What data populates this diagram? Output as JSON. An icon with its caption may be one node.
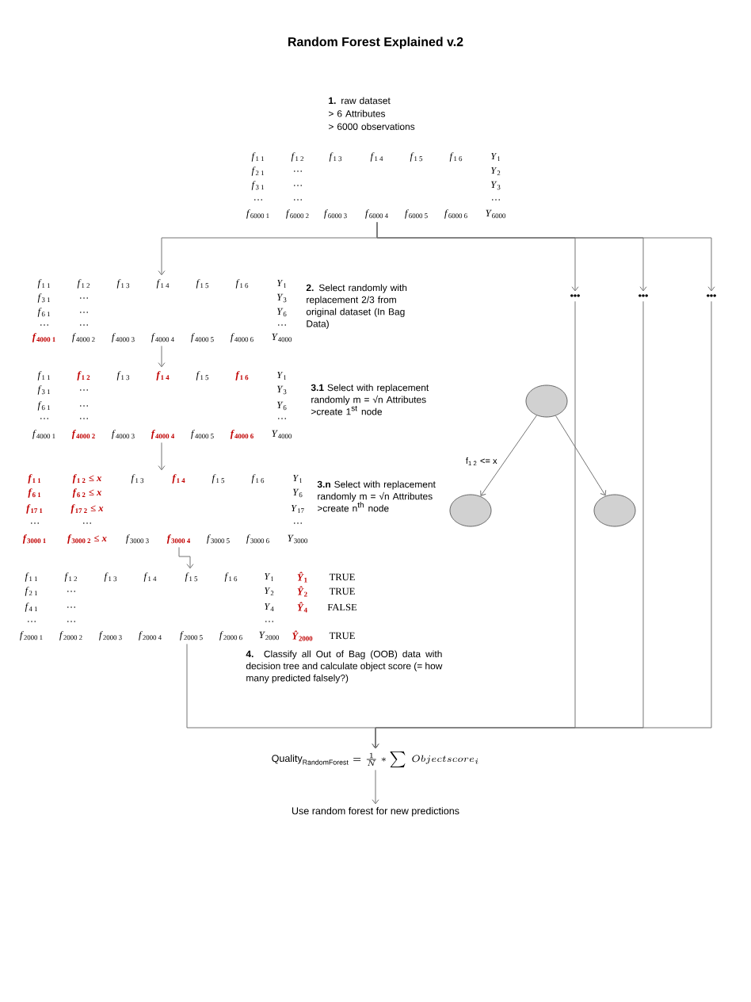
{
  "diagram": {
    "title": "Random Forest Explained v.2",
    "nodes": [
      {
        "text": [
          "*f*$_{1 1}$",
          "*f*$_{1 2}$",
          "*f*$_{1 3}$",
          "*f*$_{1 4}$",
          "*f*$_{1 5}$",
          "*f*$_{1 6}$",
          "*Y*$_{1}$",
          "*f*$_{2 1}$",
          "…",
          "*Y*$_{2}$",
          "*f*$_{3 1}$",
          "…",
          "*Y*$_{3}$",
          "…",
          "…",
          "…",
          "*f*$_{6000 1}$",
          "*f*$_{6000 2}$",
          "*f*$_{6000 3}$",
          "*f*$_{6000 4}$",
          "*f*$_{6000 5}$",
          "*f*$_{6000 6}$",
          "*Y*$_{6000}$"
        ],
        "beside": [
          "**1.** raw dataset",
          "> 6 Attributes",
          "> 6000 observations"
        ]
      },
      {
        "text": [
          "*f*$_{1 1}$",
          "*f*$_{1 2}$",
          "*f*$_{1 3}$",
          "*f*$_{1 4}$",
          "*f*$_{1 5}$",
          "*f*$_{1 6}$",
          "*Y*$_{1}$",
          "*f*$_{3 1}$",
          "…",
          "*Y*$_{3}$",
          "*f*$_{6 1}$",
          "…",
          "*Y*$_{6}$",
          "…",
          "…",
          "…",
          "*f*$_{4000 1}$",
          "*f*$_{4000 2}$",
          "*f*$_{4000 3}$",
          "*f*$_{4000 4}$",
          "*f*$_{4000 5}$",
          "*f*$_{4000 6}$",
          "*Y*$_{4000}$"
        ],
        "beside": [
          "**2.** Select randomly with replacement 2/3 from original dataset (In Bag Data)"
        ]
      },
      {
        "text": [
          "*f*$_{1 1}$",
          "*f*$_{1 2}$",
          "*f*$_{1 3}$",
          "*f*$_{1 4}$",
          "*f*$_{1 5}$",
          "*f*$_{1 6}$",
          "*Y*$_{1}$",
          "*f*$_{3 1}$",
          "…",
          "*Y*$_{3}$",
          "*f*$_{6 1}$",
          "…",
          "*Y*$_{6}$",
          "…",
          "…",
          "…",
          "*f*$_{4000 1}$",
          "*f*$_{4000 2}$",
          "*f*$_{4000 3}$",
          "*f*$_{4000 4}$",
          "*f*$_{4000 5}$",
          "*f*$_{4000 6}$",
          "*Y*$_{4000}$"
        ],
        "beside": [
          "**3.1** Select with replacement randomly m = √n Attributes >create 1$^{st}$ node"
        ]
      },
      {
        "text": [
          "*f*$_{1 1}$",
          "*f*$_{1 2}$ ≤ *x*",
          "*f*$_{1 3}$",
          "*f*$_{1 4}$",
          "*f*$_{1 5}$",
          "*f*$_{1 6}$",
          "*Y*$_{1}$",
          "*f*$_{6 1}$",
          "*f*$_{6 2}$ ≤ *x*",
          "*Y*$_{6}$",
          "*f*$_{17 1}$",
          "*f*$_{17 2}$ ≤ *x*",
          "*Y*$_{17}$",
          "…",
          "…",
          "…",
          "*f*$_{3000 1}$",
          "*f*$_{3000 2}$ ≤ *x*",
          "*f*$_{3000 3}$",
          "*f*$_{3000 4}$",
          "*f*$_{3000 5}$",
          "*f*$_{3000 6}$",
          "*Y*$_{3000}$"
        ],
        "beside": [
          "**3.n** Select with replacement randomly m = √n Attributes >create n$^{th}$ node"
        ]
      },
      {
        "text": [
          "*f*$_{1 1}$",
          "*f*$_{1 2}$",
          "*f*$_{1 3}$",
          "*f*$_{1 4}$",
          "*f*$_{1 5}$",
          "*f*$_{1 6}$",
          "*Y*$_{1}$",
          "*Ŷ*$_{1}$",
          "TRUE",
          "*f*$_{2 1}$",
          "…",
          "*Y*$_{2}$",
          "*Ŷ*$_{2}$",
          "TRUE",
          "*f*$_{4 1}$",
          "…",
          "*Y*$_{4}$",
          "*Ŷ*$_{4}$",
          "FALSE",
          "…",
          "…",
          "…",
          "*f*$_{2000 1}$",
          "*f*$_{2000 2}$",
          "*f*$_{2000 3}$",
          "*f*$_{2000 4}$",
          "*f*$_{2000 5}$",
          "*f*$_{2000 6}$",
          "*Y*$_{2000}$",
          "*Ŷ*$_{2000}$",
          "TRUE"
        ],
        "beside": [
          "**4.** Classify all Out of Bag (OOB) data with decision tree and calculate object score (= how many predicted falsely?)"
        ]
      },
      {
        "text": [
          "•••"
        ]
      },
      {
        "text": [
          "•••"
        ]
      },
      {
        "text": [
          "•••"
        ]
      },
      {
        "text": [],
        "shape": "ellipse"
      },
      {
        "text": [],
        "shape": "ellipse"
      },
      {
        "text": [],
        "shape": "ellipse"
      },
      {
        "text": [
          "\\mathrm{Quality}_{\\mathrm{RandomForest}} = \\frac{1}{N} * \\sum \\; Objectscore_{i}"
        ]
      },
      {
        "text": [
          "Use random forest for new predictions"
        ]
      }
    ],
    "edges": [
      {
        "from": 0,
        "to": 1,
        "arrow": "to"
      },
      {
        "from": 0,
        "to": 5,
        "arrow": "to"
      },
      {
        "from": 0,
        "to": 6,
        "arrow": "to"
      },
      {
        "from": 0,
        "to": 7,
        "arrow": "to"
      },
      {
        "from": 1,
        "to": 2,
        "arrow": "to"
      },
      {
        "from": 2,
        "to": 3,
        "arrow": "to"
      },
      {
        "from": 3,
        "to": 4,
        "arrow": "to"
      },
      {
        "from": 8,
        "to": 9,
        "arrow": "to",
        "label": "f$_{1 2}$ <= x"
      },
      {
        "from": 8,
        "to": 10,
        "arrow": "to"
      },
      {
        "from": 4,
        "to": 11,
        "arrow": "to"
      },
      {
        "from": 5,
        "to": 11,
        "arrow": "to"
      },
      {
        "from": 6,
        "to": 11,
        "arrow": "to"
      },
      {
        "from": 7,
        "to": 11,
        "arrow": "to"
      },
      {
        "from": 11,
        "to": 12,
        "arrow": "to"
      }
    ]
  }
}
